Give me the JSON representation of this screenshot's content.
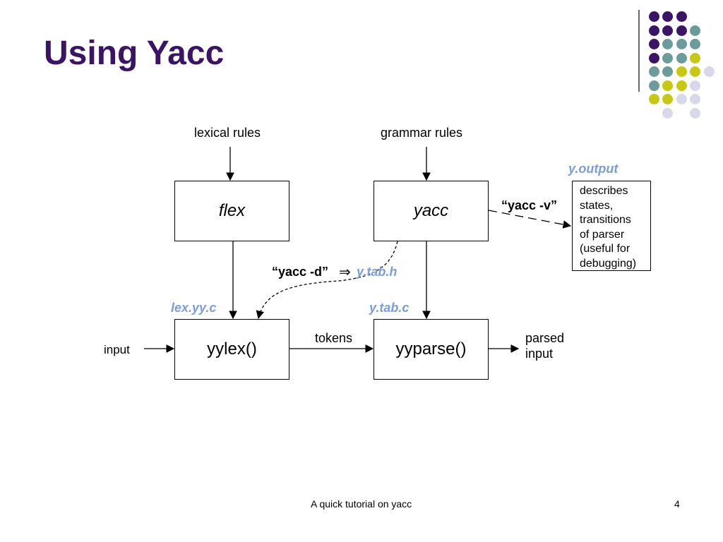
{
  "slide": {
    "title": "Using Yacc",
    "footer": "A quick tutorial on yacc",
    "page_number": "4"
  },
  "decoration": {
    "dot_colors": {
      "purple": "#3b1466",
      "teal": "#6b9b9b",
      "yellow": "#c8c814",
      "lavender": "#d8d8ea"
    }
  },
  "diagram": {
    "inputs": {
      "lexical_rules": "lexical rules",
      "grammar_rules": "grammar rules",
      "input": "input"
    },
    "boxes": {
      "flex": "flex",
      "yacc": "yacc",
      "yylex": "yylex()",
      "yyparse": "yyparse()"
    },
    "files": {
      "lex_yy_c": "lex.yy.c",
      "y_tab_c": "y.tab.c",
      "y_tab_h": "y.tab.h",
      "y_output": "y.output"
    },
    "commands": {
      "yacc_d": "“yacc -d”",
      "implies_symbol": "⇒",
      "yacc_v": "“yacc -v”"
    },
    "edges": {
      "tokens": "tokens",
      "parsed_input_line1": "parsed",
      "parsed_input_line2": "input"
    },
    "note_lines": [
      "describes",
      "states,",
      "transitions",
      "of parser",
      "(useful for",
      "debugging)"
    ]
  }
}
